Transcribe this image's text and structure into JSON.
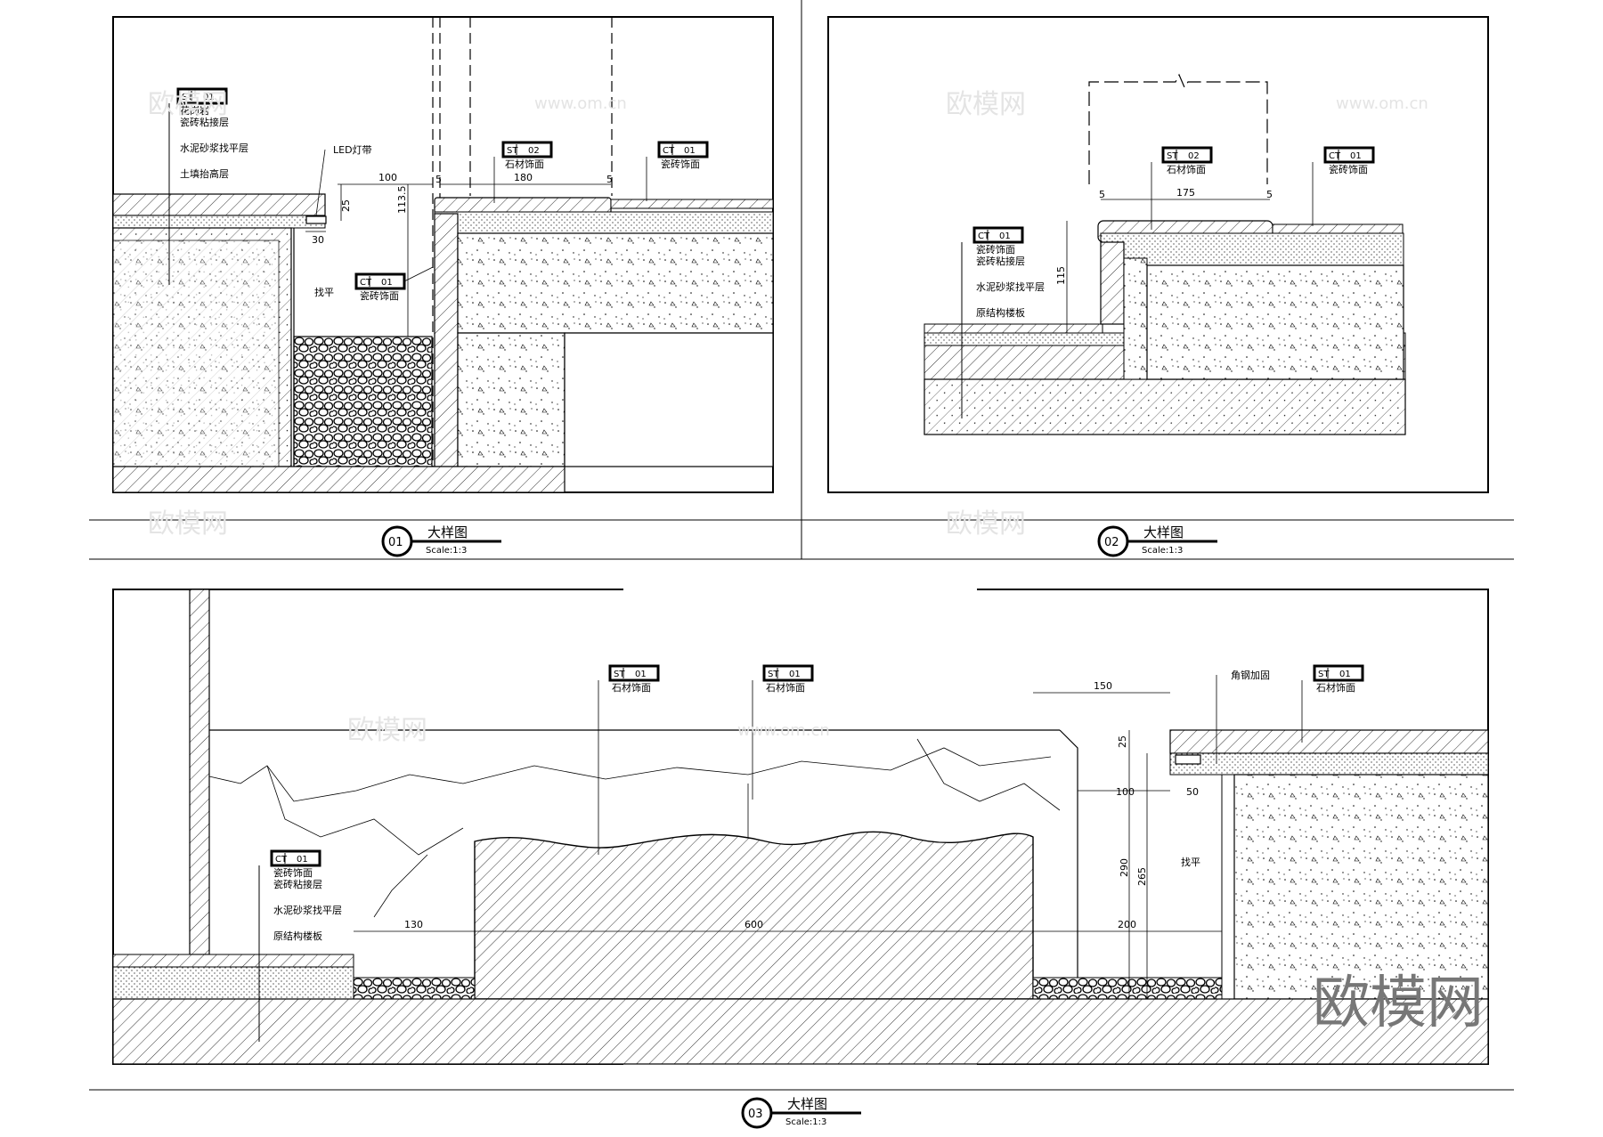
{
  "panels": [
    {
      "number": "01",
      "title": "大样图",
      "scale": "Scale:1:3",
      "tags": [
        {
          "code": "ST",
          "num": "01",
          "label": "花岗岩"
        },
        {
          "code": "ST",
          "num": "02",
          "label": "石材饰面"
        },
        {
          "code": "CT",
          "num": "01",
          "label": "瓷砖饰面"
        },
        {
          "code": "CT",
          "num": "01",
          "label": "瓷砖饰面"
        }
      ],
      "layers": [
        "瓷砖粘接层",
        "水泥砂浆找平层",
        "土填抬高层"
      ],
      "notes": [
        "LED灯带",
        "找平"
      ],
      "dims": [
        "100",
        "180",
        "25",
        "30",
        "113.5",
        "5",
        "5"
      ]
    },
    {
      "number": "02",
      "title": "大样图",
      "scale": "Scale:1:3",
      "tags": [
        {
          "code": "ST",
          "num": "02",
          "label": "石材饰面"
        },
        {
          "code": "CT",
          "num": "01",
          "label": "瓷砖饰面"
        },
        {
          "code": "CT",
          "num": "01",
          "label": "瓷砖饰面"
        }
      ],
      "layers": [
        "瓷砖粘接层",
        "水泥砂浆找平层",
        "原结构楼板"
      ],
      "dims": [
        "175",
        "115",
        "5",
        "5"
      ]
    },
    {
      "number": "03",
      "title": "大样图",
      "scale": "Scale:1:3",
      "tags": [
        {
          "code": "ST",
          "num": "01",
          "label": "石材饰面"
        },
        {
          "code": "ST",
          "num": "01",
          "label": "石材饰面"
        },
        {
          "code": "ST",
          "num": "01",
          "label": "石材饰面"
        },
        {
          "code": "CT",
          "num": "01",
          "label": "瓷砖饰面"
        }
      ],
      "layers": [
        "瓷砖粘接层",
        "水泥砂浆找平层",
        "原结构楼板"
      ],
      "notes": [
        "角钢加固",
        "找平"
      ],
      "dims": [
        "150",
        "100",
        "50",
        "25",
        "290",
        "265",
        "130",
        "600",
        "200"
      ]
    }
  ],
  "watermark": {
    "brand": "欧模网",
    "url": "www.om.cn"
  }
}
